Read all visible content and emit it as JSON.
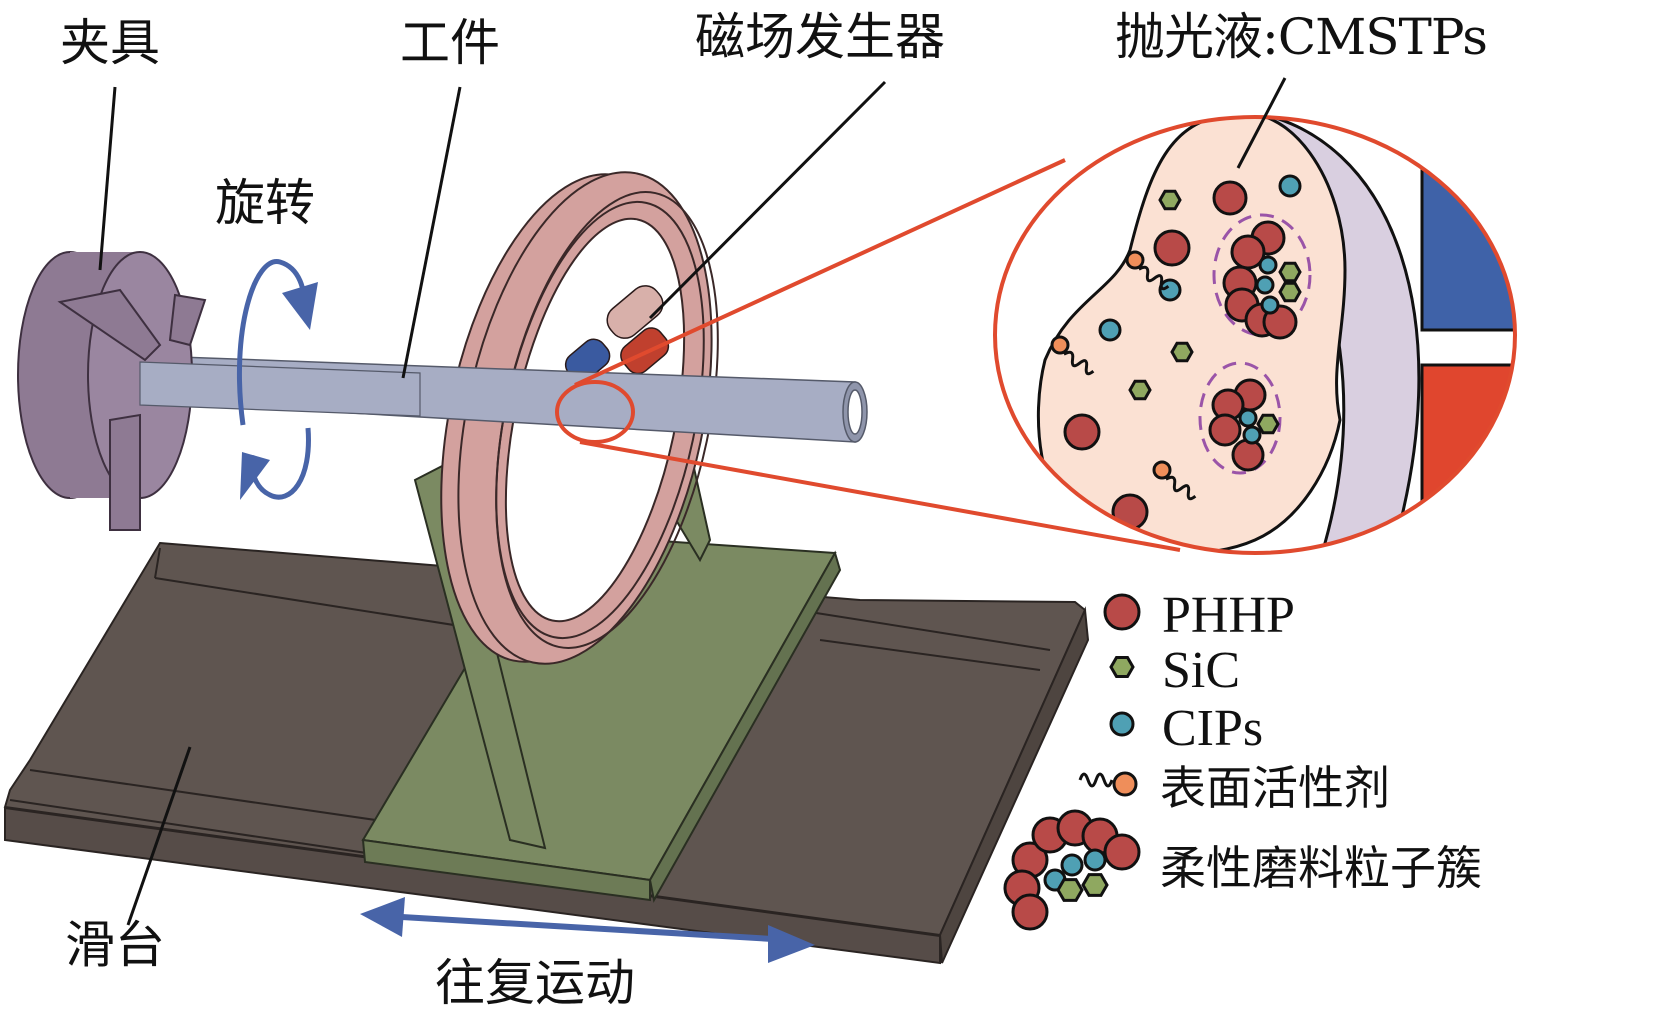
{
  "labels": {
    "fixture": "夹具",
    "workpiece": "工件",
    "magnet_generator": "磁场发生器",
    "polishing_fluid": "抛光液:CMSTPs",
    "rotation": "旋转",
    "slide_table": "滑台",
    "reciprocating_motion": "往复运动"
  },
  "legend": [
    {
      "symbol": "red-circle",
      "label": "PHHP"
    },
    {
      "symbol": "green-hexagon",
      "label": "SiC"
    },
    {
      "symbol": "teal-circle",
      "label": "CIPs"
    },
    {
      "symbol": "surfactant-tail-orange-head",
      "label": "表面活性剂"
    },
    {
      "symbol": "particle-cluster",
      "label": "柔性磨料粒子簇"
    }
  ],
  "colors": {
    "phhp": "#b84a48",
    "sic": "#8fa860",
    "cips": "#4fa0b4",
    "surfactant_head": "#ef8e5a",
    "fluid": "#fbe1d3",
    "workpiece_wall": "#d9cfe0",
    "magnet_ring": "#d3a19e",
    "stand": "#7b8a62",
    "slide": "#5f5550",
    "chuck": "#8e7a93",
    "tube": "#a7adc4",
    "arrow": "#4864a8",
    "zoom_outline": "#e04a2e",
    "magnet_n": "#3a5aa0",
    "magnet_s": "#c0402e",
    "cluster_dash": "#9a54a8"
  }
}
